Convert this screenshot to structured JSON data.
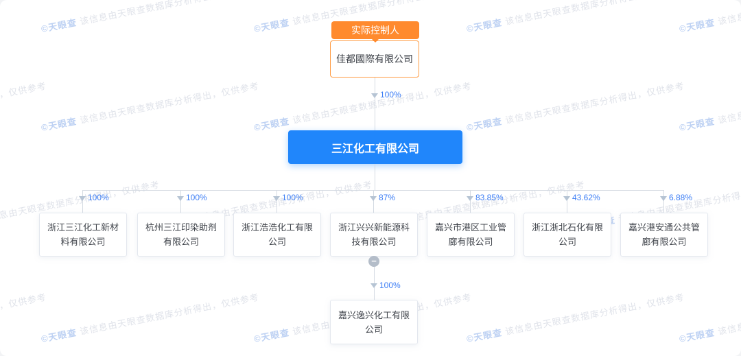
{
  "watermark": {
    "logo": "©天眼查",
    "text": "该信息由天眼查数据库分析得出，仅供参考"
  },
  "badge": {
    "label": "实际控制人"
  },
  "controller": {
    "name": "佳都國際有限公司"
  },
  "controller_link": {
    "pct": "100%"
  },
  "root": {
    "name": "三江化工有限公司"
  },
  "children": [
    {
      "name": "浙江三江化工新材料有限公司",
      "pct": "100%"
    },
    {
      "name": "杭州三江印染助剂有限公司",
      "pct": "100%"
    },
    {
      "name": "浙江浩浩化工有限公司",
      "pct": "100%"
    },
    {
      "name": "浙江兴兴新能源科技有限公司",
      "pct": "87%"
    },
    {
      "name": "嘉兴市港区工业管廊有限公司",
      "pct": "83.85%"
    },
    {
      "name": "浙江浙北石化有限公司",
      "pct": "43.62%"
    },
    {
      "name": "嘉兴港安通公共管廊有限公司",
      "pct": "6.88%"
    }
  ],
  "expand": {
    "symbol": "−"
  },
  "grandchild": {
    "name": "嘉兴逸兴化工有限公司",
    "pct": "100%"
  },
  "colors": {
    "accent_orange": "#ff8a2e",
    "accent_blue": "#2086fb",
    "percent_blue": "#3d7ef5",
    "line_gray": "#d4dae2"
  }
}
